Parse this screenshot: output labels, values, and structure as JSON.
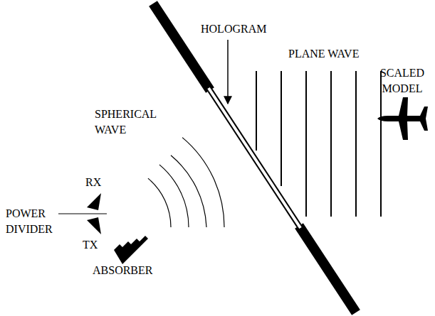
{
  "diagram": {
    "labels": [
      "HOLOGRAM",
      "PLANE WAVE",
      "SPHERICAL WAVE",
      "SCALED MODEL",
      "RX",
      "POWER DIVIDER",
      "TX",
      "ABSORBER"
    ]
  }
}
